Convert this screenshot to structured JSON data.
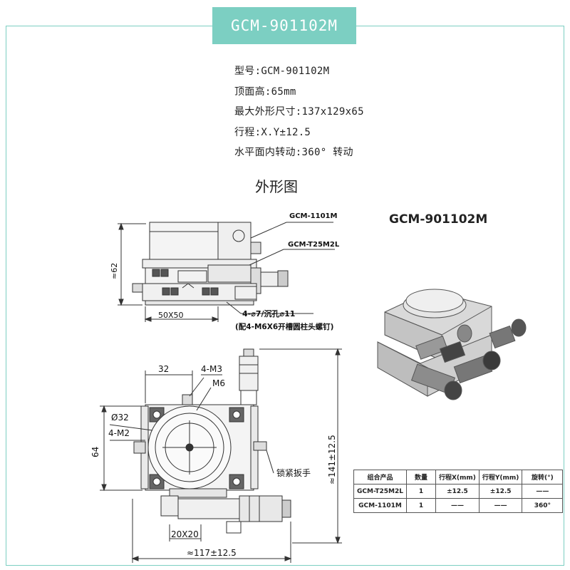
{
  "header": {
    "title": "GCM-901102M"
  },
  "specs": {
    "model": "型号:GCM-901102M",
    "top_height": "顶面高:65mm",
    "max_dims": "最大外形尺寸:137x129x65",
    "travel": "行程:X.Y±12.5",
    "rotation": "水平面内转动:360° 转动"
  },
  "drawing": {
    "section_title": "外形图",
    "model_label": "GCM-901102M",
    "side_view": {
      "label_top": "GCM-1101M",
      "label_mid": "GCM-T25M2L",
      "height_dim": "≈62",
      "width_dim": "50X50",
      "hole_note": "4-⌀7/沉孔⌀11",
      "screw_note": "(配4-M6X6开槽圆柱头螺钉)"
    },
    "top_view": {
      "dim_32": "32",
      "m3": "4-M3",
      "m6": "M6",
      "d32": "Ø32",
      "m2": "4-M2",
      "dim_64": "64",
      "lock": "锁紧扳手",
      "dim_141": "≈141±12.5",
      "dim_20": "20X20",
      "dim_117": "≈117±12.5"
    }
  },
  "table": {
    "headers": [
      "组合产品",
      "数量",
      "行程X(mm)",
      "行程Y(mm)",
      "旋转(°)"
    ],
    "rows": [
      [
        "GCM-T25M2L",
        "1",
        "±12.5",
        "±12.5",
        "——"
      ],
      [
        "GCM-1101M",
        "1",
        "——",
        "——",
        "360°"
      ]
    ]
  }
}
